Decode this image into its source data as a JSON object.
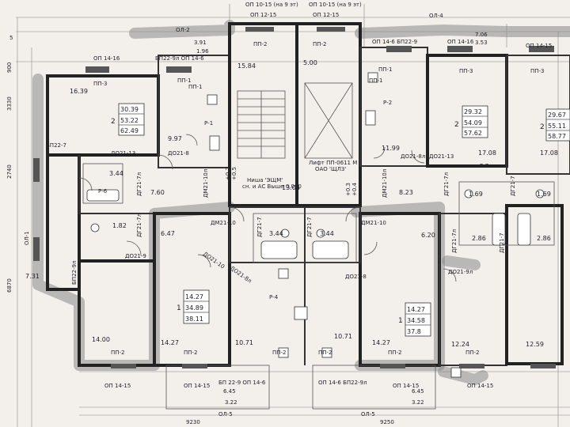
{
  "top_labels": {
    "op_10_15_a": "ОП 10-15 (на 9 эт)",
    "op_12_15": "ОП 12-15",
    "op_10_15_b": "ОП 10-15 (на 9 эт)",
    "op_12_15_b": "ОП 12-15",
    "ol_4": "ОЛ-4",
    "ol_2": "ОЛ-2",
    "pp_2_a": "ПП-2",
    "pp_2_b": "ПП-2",
    "op_14_6_bp22_9": "ОП 14-6 БП22-9",
    "op_14_16_left": "ОП 14-16",
    "bp22_9l_op14_6": "БП22-9л ОП 14-6",
    "op_14_16_right": "ОП 14-16",
    "op_14_15_far": "ОП 14-15",
    "pp_3_right": "ПП-3",
    "pp_3_far": "ПП-3"
  },
  "dims": {
    "d_391": "3.91",
    "d_196": "1.96",
    "d_706": "7.06",
    "d_353": "3.53",
    "d_1584": "15.84",
    "d_500": "5.00",
    "d_1304": "13.04",
    "d_645_a": "6.45",
    "d_322_a": "3.22",
    "d_645_b": "6.45",
    "d_322_b": "3.22",
    "d_9230": "9230",
    "d_9250": "9250"
  },
  "left_axis": {
    "v_900": "900",
    "v_3330": "3330",
    "v_2740": "2740",
    "v_6870": "6870",
    "v_5": "5"
  },
  "rooms": {
    "r_1639": "16.39",
    "r_997": "9.97",
    "r_344_a": "3.44",
    "r_182": "1.82",
    "r_760": "7.60",
    "r_731": "7.31",
    "r_647": "6.47",
    "r_1400": "14.00",
    "r_1427_a": "14.27",
    "r_1071_a": "10.71",
    "r_344_b": "3.44",
    "r_344_c": "3.44",
    "r_1199": "11.99",
    "r_823": "8.23",
    "r_620": "6.20",
    "r_1071_b": "10.71",
    "r_1427_b": "14.27",
    "r_1224": "12.24",
    "r_1708_a": "17.08",
    "r_1708_b": "17.08",
    "r_169_a": "1.69",
    "r_169_b": "1.69",
    "r_286_a": "2.86",
    "r_286_b": "2.86",
    "r_1259": "12.59"
  },
  "apartments": [
    {
      "rooms": "2",
      "a": "30.39",
      "b": "53.22",
      "c": "62.49"
    },
    {
      "rooms": "2",
      "a": "29.32",
      "b": "54.09",
      "c": "57.62"
    },
    {
      "rooms": "2",
      "a": "29.67",
      "b": "55.11",
      "c": "58.77"
    },
    {
      "rooms": "1",
      "a": "14.27",
      "b": "34.89",
      "c": "38.11"
    },
    {
      "rooms": "1",
      "a": "14.27",
      "b": "34.58",
      "c": "37.8"
    }
  ],
  "codes": {
    "pp_1_a": "ПП-1",
    "pp_1_b": "ПП-1",
    "pp_1_c": "ПП-1",
    "pp_1_d": "ПП-1",
    "pp_3_left": "ПП-3",
    "bp22_7": "БП22-7",
    "bp22_9l": "БП22-9л",
    "ol_1": "ОЛ-1",
    "r_1": "Р-1",
    "r_2": "Р-2",
    "r_4": "Р-4",
    "r_6": "Р-6",
    "r_7": "Р-7",
    "do21_13_a": "ДО21-13",
    "do21_13_b": "ДО21-13",
    "do21_8": "ДО21-8",
    "do21_8l": "ДО21-8л",
    "do21_9": "ДО21-9",
    "do21_9l": "ДО21-9л",
    "do21_10": "ДО21-10",
    "do21_8l_b": "ДО21-8л",
    "do21_8_b": "ДО21-8",
    "dg21_7l_a": "ДГ21-7л",
    "dg21_7l_b": "ДГ21-7л",
    "dg21_7_a": "ДГ21-7",
    "dg21_7_b": "ДГ21-7",
    "dg21_7l_c": "ДГ21-7л",
    "dg21_7_c": "ДГ21-7",
    "dg21_7l_d": "ДГ21-7л",
    "dg21_7_d": "ДГ21-7",
    "dm21_10l": "ДМ21-10л",
    "dm21_10": "ДМ21-10",
    "dm21_10l_b": "ДМ21-10л",
    "dm21_10_b": "ДМ21-10",
    "lift": "Лифт ПП-0611 М",
    "lift2": "ОАО 'ЩЛЗ'",
    "niche": "Ниша 'ЭЩМ'",
    "niche2": "сн. и АС Выше 0.000",
    "elev_a": "+0.2",
    "elev_b": "+0.5",
    "elev_c": "+0.3",
    "elev_d": "+0.4"
  },
  "bottom_labels": {
    "pp_2_1": "ПП-2",
    "pp_2_2": "ПП-2",
    "pp_2_3": "ПП-2",
    "pp_2_4": "ПП-2",
    "pp_2_5": "ПП-2",
    "pp_2_6": "ПП-2",
    "op_14_15_a": "ОП 14-15",
    "op_14_15_b": "ОП 14-15",
    "op_14_15_c": "ОП 14-15",
    "op_14_15_d": "ОП 14-15",
    "bp_22_9_op14_6": "БП 22-9 ОП 14-6",
    "op14_6_bp22_9l": "ОП 14-6 БП22-9л",
    "ol_5": "ОЛ-5",
    "ol_5b": "ОЛ-5"
  }
}
